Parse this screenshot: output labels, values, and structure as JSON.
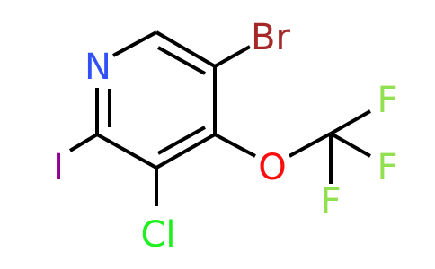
{
  "molecule": {
    "atoms": {
      "nitrogen": {
        "symbol": "N",
        "color": "#3050F8"
      },
      "bromine": {
        "symbol": "Br",
        "color": "#A62929"
      },
      "iodine": {
        "symbol": "I",
        "color": "#940094"
      },
      "chlorine": {
        "symbol": "Cl",
        "color": "#1FF01F"
      },
      "oxygen": {
        "symbol": "O",
        "color": "#FF0D0D"
      },
      "fluorine_1": {
        "symbol": "F",
        "color": "#90E050"
      },
      "fluorine_2": {
        "symbol": "F",
        "color": "#90E050"
      },
      "fluorine_3": {
        "symbol": "F",
        "color": "#90E050"
      }
    }
  }
}
